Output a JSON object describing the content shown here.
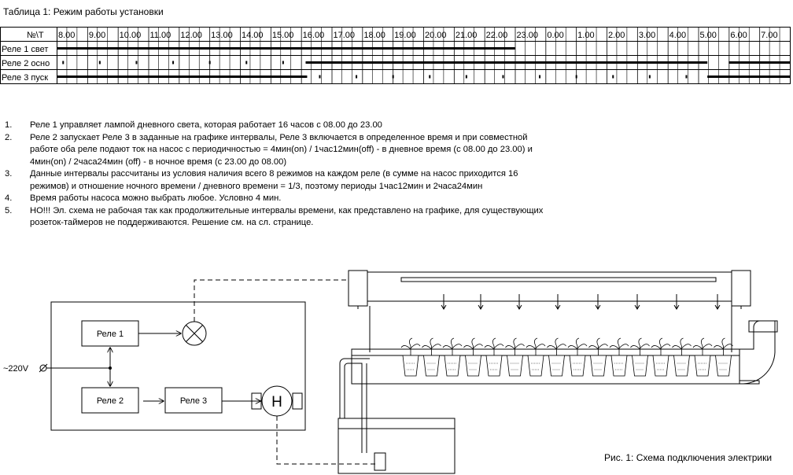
{
  "table": {
    "title": "Таблица 1: Режим работы установки",
    "header_corner": "№\\Т",
    "hours": [
      "8.00",
      "9.00",
      "10.00",
      "11.00",
      "12.00",
      "13.00",
      "14.00",
      "15.00",
      "16.00",
      "17.00",
      "18.00",
      "19.00",
      "20.00",
      "21.00",
      "22.00",
      "23.00",
      "0.00",
      "1.00",
      "2.00",
      "3.00",
      "4.00",
      "5.00",
      "6.00",
      "7.00"
    ],
    "rows": [
      {
        "label": "Реле 1 свет"
      },
      {
        "label": "Реле 2 осно"
      },
      {
        "label": "Реле 3 пуск"
      }
    ]
  },
  "notes": [
    {
      "num": "1.",
      "text": "Реле 1 управляет лампой дневного света, которая работает 16 часов с 08.00 до 23.00"
    },
    {
      "num": "2.",
      "lines": [
        "Реле 2 запускает Реле 3 в заданные на графике интервалы, Реле 3 включается в определенное время и при совместной",
        "работе оба реле подают ток на насос с периодичностью = 4мин(on) / 1час12мин(off) - в дневное время (с 08.00 до 23.00) и",
        "4мин(on) / 2часа24мин (off) - в ночное время (с 23.00 до 08.00)"
      ]
    },
    {
      "num": "3.",
      "lines": [
        "Данные интервалы рассчитаны из условия наличия всего 8 режимов на каждом реле (в сумме на насос приходится 16",
        "режимов) и отношение ночного времени / дневного времени = 1/3, поэтому периоды 1час12мин и 2часа24мин"
      ]
    },
    {
      "num": "4.",
      "text": "Время работы насоса можно выбрать любое. Условно 4 мин."
    },
    {
      "num": "5.",
      "lines": [
        "НО!!! Эл. схема не рабочая так как продолжительные интервалы времени, как представлено на графике, для существующих",
        "розеток-таймеров не поддерживаются. Решение см. на сл. странице."
      ]
    }
  ],
  "diagram": {
    "supply_label": "~220V",
    "relay1": "Реле 1",
    "relay2": "Реле 2",
    "relay3": "Реле 3",
    "pump_symbol": "Н"
  },
  "caption": "Рис. 1: Схема подключения электрики"
}
